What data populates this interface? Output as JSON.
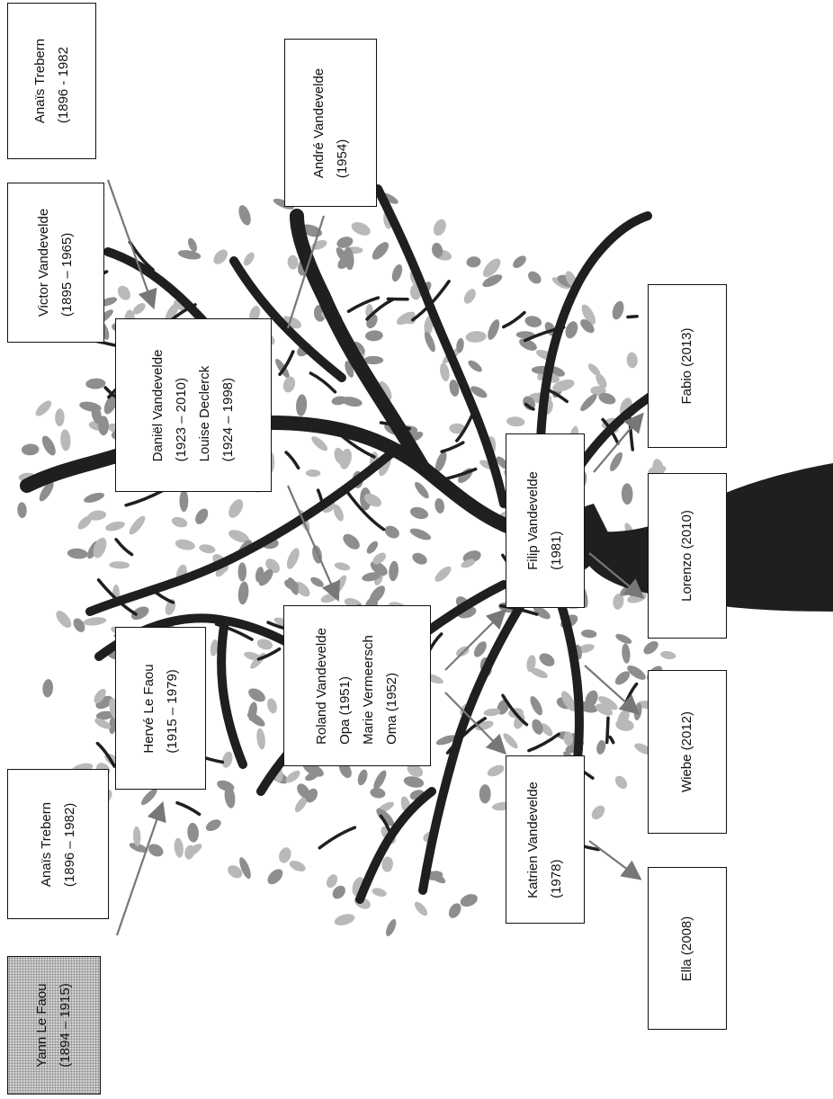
{
  "colors": {
    "trunk": "#1f1f1f",
    "leaf_dark": "#8e8e8e",
    "leaf_light": "#b9b9b9",
    "arrow": "#777777",
    "border": "#111111"
  },
  "people": {
    "yann": {
      "lines": [
        "Yann Le Faou",
        "(1894 – 1915)"
      ]
    },
    "anais_bottom": {
      "lines": [
        "Anaïs Trebern",
        "(1896 – 1982)"
      ]
    },
    "herve": {
      "lines": [
        "Hervé Le Faou",
        "(1915 – 1979)"
      ]
    },
    "anais_top": {
      "lines": [
        "Anaïs Trebern",
        "(1896 - 1982"
      ]
    },
    "victor": {
      "lines": [
        "Victor Vandevelde",
        "(1895 – 1965)"
      ]
    },
    "daniel": {
      "lines": [
        "Daniël Vandevelde",
        "(1923 – 2010)",
        "Louise Declerck",
        "(1924 – 1998)"
      ]
    },
    "andre": {
      "lines": [
        "André Vandevelde",
        "(1954)"
      ]
    },
    "roland": {
      "lines": [
        "Roland Vandevelde",
        "Opa (1951)",
        "Marie Vermeersch",
        "Oma (1952)"
      ]
    },
    "filip": {
      "lines": [
        "Filip Vandevelde",
        "(1981)"
      ]
    },
    "katrien": {
      "lines": [
        "Katrien Vandevelde",
        "(1978)"
      ]
    },
    "fabio": {
      "lines": [
        "Fabio  (2013)"
      ]
    },
    "lorenzo": {
      "lines": [
        "Lorenzo  (2010)"
      ]
    },
    "wiebe": {
      "lines": [
        "Wiebe  (2012)"
      ]
    },
    "ella": {
      "lines": [
        "Ella  (2008)"
      ]
    }
  }
}
